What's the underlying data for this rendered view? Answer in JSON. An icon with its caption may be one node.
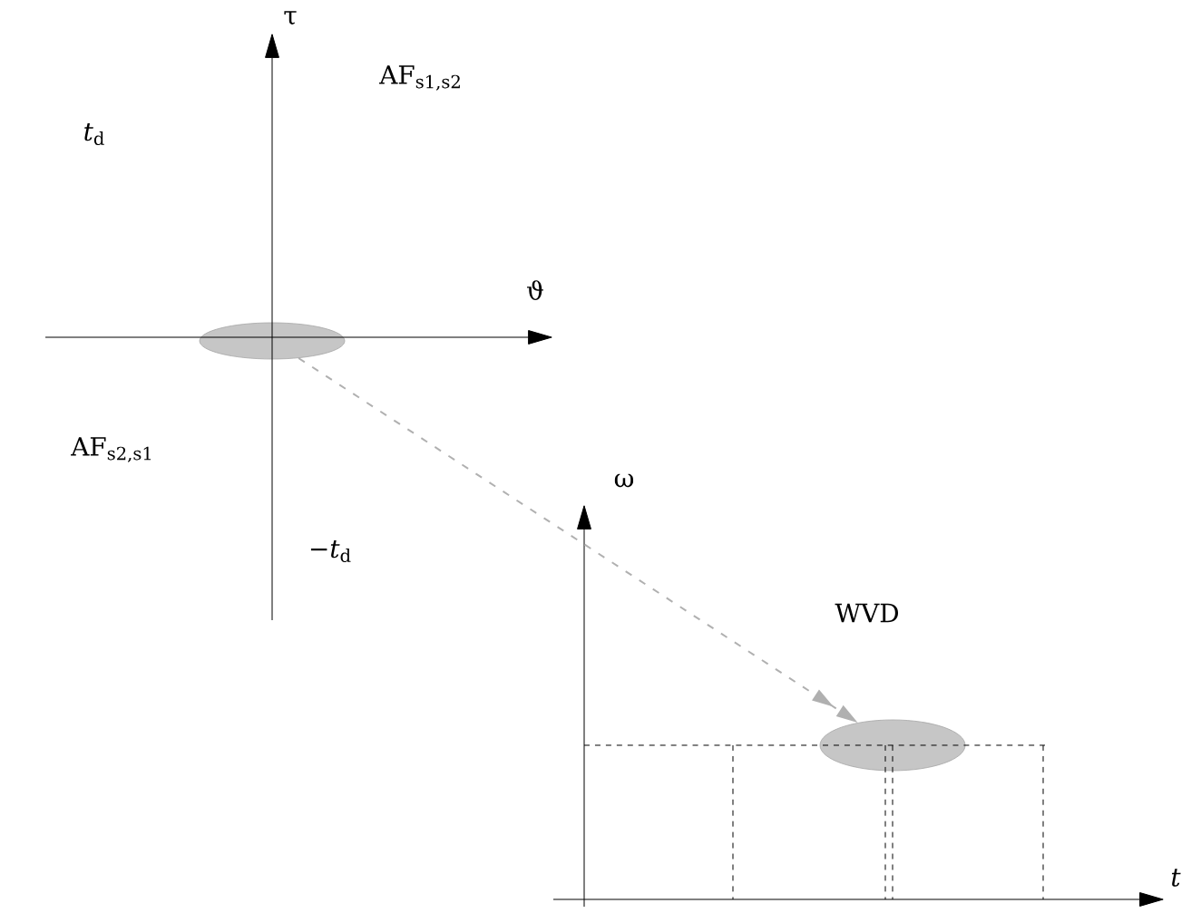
{
  "diagram": {
    "nodes": [
      {
        "text": [],
        "shape": "ellipse"
      },
      {
        "text": [],
        "shape": "ellipse"
      }
    ],
    "edges": [
      {
        "from": 0,
        "to": 1,
        "arrow": "to",
        "style": "dashed",
        "color": "#b0b0b0"
      }
    ],
    "labels": [
      "τ",
      "AF$_{s1,s2}$",
      "*t*$_{d}$",
      "ϑ",
      "AF$_{s2,s1}$",
      "−*t*$_{d}$",
      "ω",
      "WVD",
      "*t*"
    ]
  }
}
